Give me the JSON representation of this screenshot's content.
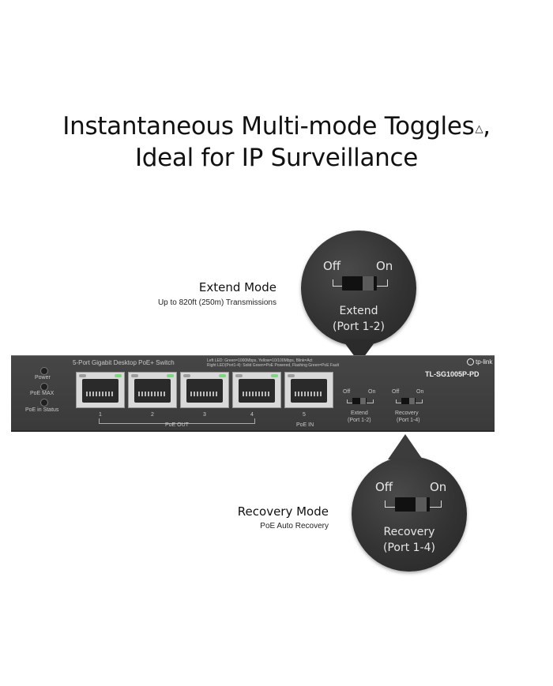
{
  "headline": {
    "line1": "Instantaneous Multi-mode Toggles",
    "mark": "△",
    "comma": ",",
    "line2": "Ideal for IP Surveillance"
  },
  "extend_mode": {
    "title": "Extend Mode",
    "subtitle": "Up to 820ft (250m) Transmissions",
    "callout": {
      "off": "Off",
      "on": "On",
      "name": "Extend",
      "ports": "(Port 1-2)"
    }
  },
  "recovery_mode": {
    "title": "Recovery Mode",
    "subtitle": "PoE Auto Recovery",
    "callout": {
      "off": "Off",
      "on": "On",
      "name": "Recovery",
      "ports": "(Port 1-4)"
    }
  },
  "device": {
    "product_line": "5-Port Gigabit Desktop PoE+ Switch",
    "led_legend_1": "Left LED: Green=1000Mbps, Yellow=10/100Mbps, Blink=Act",
    "led_legend_2": "Right LED(Port1-4): Solid Green=PoE Powered, Flashing Green=PoE Fault",
    "brand": "tp-link",
    "model": "TL-SG1005P-PD",
    "indicators": [
      "Power",
      "PoE MAX",
      "PoE in Status"
    ],
    "ports": [
      "1",
      "2",
      "3",
      "4",
      "5"
    ],
    "poe_out": "PoE OUT",
    "poe_in": "PoE IN",
    "extend_switch": {
      "off": "Off",
      "on": "On",
      "name": "Extend",
      "ports": "(Port 1-2)"
    },
    "recovery_switch": {
      "off": "Off",
      "on": "On",
      "name": "Recovery",
      "ports": "(Port 1-4)"
    }
  },
  "colors": {
    "device_body": "#3f3f3f",
    "callout_bg": "#333333",
    "port_light": "#7ed67e"
  }
}
